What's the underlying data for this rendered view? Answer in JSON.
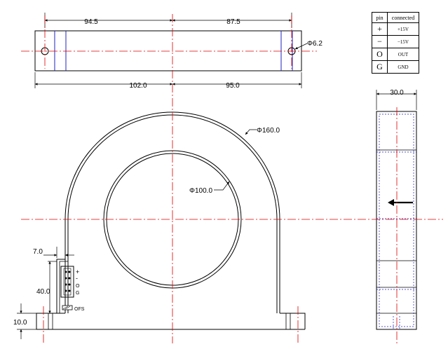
{
  "dimensions": {
    "top_left_width": "94.5",
    "top_right_width": "87.5",
    "hole_diameter": "Φ6.2",
    "bottom_left_width": "102.0",
    "bottom_right_width": "95.0",
    "side_width": "30.0",
    "outer_diameter": "Φ160.0",
    "inner_diameter": "Φ100.0",
    "tab_offset": "7.0",
    "connector_height": "40.0",
    "foot_height": "10.0"
  },
  "connector": {
    "pins": [
      "+",
      "-",
      "O",
      "G"
    ],
    "ofs_label": "OFS"
  },
  "pin_table": {
    "headers": [
      "pin",
      "connected"
    ],
    "rows": [
      {
        "pin": "+",
        "connected": "+15V"
      },
      {
        "pin": "−",
        "connected": "−15V"
      },
      {
        "pin": "O",
        "connected": "OUT"
      },
      {
        "pin": "G",
        "connected": "GND"
      }
    ]
  },
  "colors": {
    "centerline": "#e00000",
    "hidden_edge": "#2020c0",
    "outline": "#000000"
  }
}
